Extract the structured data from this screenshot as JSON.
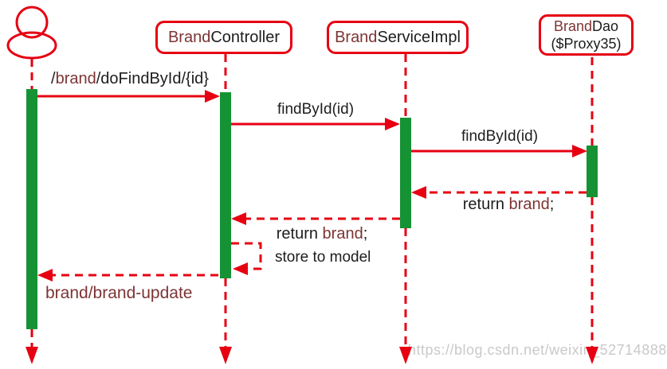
{
  "colors": {
    "red": "#e60012",
    "green": "#159334",
    "maroon": "#7d3434",
    "ink": "#1d1d1d",
    "watermark": "#c9c9c9"
  },
  "participants": {
    "user": {
      "kind": "actor"
    },
    "controller": {
      "parts": [
        {
          "t": "Brand",
          "c": "maroon"
        },
        {
          "t": "Controller",
          "c": "ink"
        }
      ]
    },
    "service": {
      "parts": [
        {
          "t": "Brand",
          "c": "maroon"
        },
        {
          "t": "ServiceImpl",
          "c": "ink"
        }
      ]
    },
    "dao": {
      "line1": [
        {
          "t": "Brand",
          "c": "maroon"
        },
        {
          "t": "Dao",
          "c": "ink"
        }
      ],
      "line2": [
        {
          "t": "($Proxy35)",
          "c": "ink"
        }
      ]
    }
  },
  "messages": {
    "m1": {
      "from": "user",
      "to": "controller",
      "kind": "solid",
      "parts": [
        {
          "t": "/",
          "c": "ink"
        },
        {
          "t": "brand",
          "c": "maroon"
        },
        {
          "t": "/doFindById/{id}",
          "c": "ink"
        }
      ]
    },
    "m2": {
      "from": "controller",
      "to": "service",
      "kind": "solid",
      "parts": [
        {
          "t": "findById(id)",
          "c": "ink"
        }
      ]
    },
    "m3": {
      "from": "service",
      "to": "dao",
      "kind": "solid",
      "parts": [
        {
          "t": "findById(id)",
          "c": "ink"
        }
      ]
    },
    "m4": {
      "from": "dao",
      "to": "service",
      "kind": "dashed-return",
      "parts": [
        {
          "t": "return ",
          "c": "ink"
        },
        {
          "t": "brand",
          "c": "maroon"
        },
        {
          "t": ";",
          "c": "ink"
        }
      ]
    },
    "m5": {
      "from": "service",
      "to": "controller",
      "kind": "dashed-return",
      "parts": [
        {
          "t": "return ",
          "c": "ink"
        },
        {
          "t": "brand",
          "c": "maroon"
        },
        {
          "t": ";",
          "c": "ink"
        }
      ]
    },
    "m6": {
      "from": "controller",
      "to": "controller",
      "kind": "dashed-self",
      "parts": [
        {
          "t": "store to model",
          "c": "ink"
        }
      ]
    },
    "m7": {
      "from": "controller",
      "to": "user",
      "kind": "dashed-return",
      "parts": [
        {
          "t": "brand/brand-update",
          "c": "maroon"
        }
      ]
    }
  },
  "watermark": {
    "text": "https://blog.csdn.net/weixin_52714888"
  }
}
